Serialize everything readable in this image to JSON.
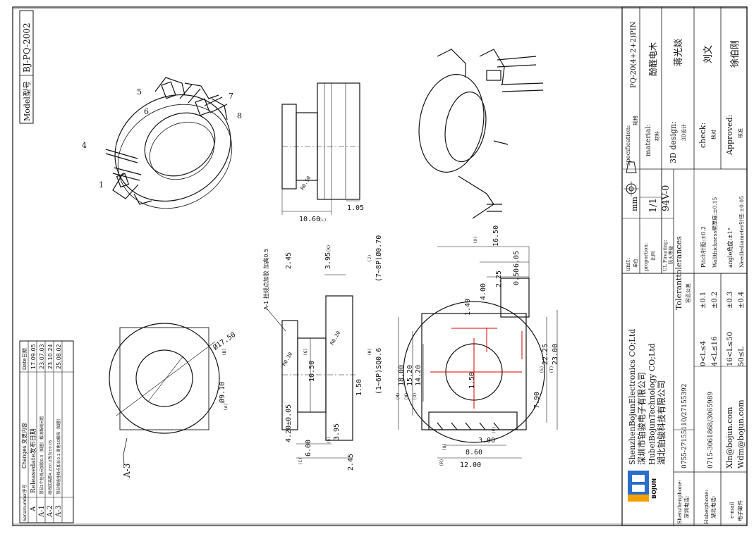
{
  "model": {
    "label": "Model型号",
    "value": "BJ-PQ-2002"
  },
  "changes": {
    "header_sn": "Serialnumber序号",
    "header_content": "Changes 变更内容",
    "header_date": "Date日期",
    "rows": [
      {
        "sn": "A",
        "content": "Releasedate发布日期",
        "date": "17.09.05"
      },
      {
        "sn": "A-1",
        "content": "顶部2个挂线点加胶0.3（如图）解决断线问题",
        "date": "23.07.03"
      },
      {
        "sn": "A-2",
        "content": "绕线区高度4.2±0.2改为±0.05",
        "date": "23.10.24"
      },
      {
        "sn": "A-3",
        "content": "顶部挡墙挂线点加长0.1 倒角10解释（如图）",
        "date": "25.08.02"
      }
    ]
  },
  "pin_labels": [
    "1",
    "4",
    "5",
    "6",
    "7",
    "8"
  ],
  "notes": {
    "a1": "A-1 挂线点加胶 加高0.5",
    "a3": "A-3"
  },
  "dims": {
    "d1": "Ø17.50",
    "d1_tag": "(B)",
    "d2": "Ø9.10",
    "d2_tag": "(A)",
    "e1": "10.60",
    "e1_tag": "(L)",
    "e2": "1.05",
    "f1": "2.45",
    "f2": "3.95",
    "f2_tag": "(K)",
    "f3": "10.50",
    "f3_tag": "(G)",
    "f4": "1.50",
    "f5": "4.20±0.05",
    "f6": "6.00",
    "f6_tag": "(C)",
    "f7": "3.95",
    "f7_tag": "(E)",
    "f8": "2.45",
    "r1": "R0.50",
    "r2": "R0.30",
    "r3": "R0.20",
    "g1": "(1~6P)SQ0.6",
    "g1_tag": "(H)",
    "g2": "(7~8P)Ø0.70",
    "g2_tag": "(J)",
    "h1": "16.50",
    "h1_tag": "(X)",
    "h2": "6.05",
    "h3": "0.50",
    "h4": "2.25",
    "h5": "4.00",
    "h6": "1.40",
    "h7": "1.50",
    "h8": "18.00",
    "h8_tag": "(M)",
    "h9": "15.20",
    "h9_tag": "(N)",
    "h10": "14.20",
    "h10_tag": "(O)",
    "h11": "22.25",
    "h11_tag": "(S)",
    "h12": "23.00",
    "h12_tag": "(T)",
    "h13": "7.90",
    "h14": "3.00",
    "h14_tag": "(P)",
    "h15": "8.60",
    "h15_tag": "(Q)",
    "h16": "12.00",
    "h16_tag": "(R)"
  },
  "title_block": {
    "company_en": "ShenzhenBojunElectronics CO;Ltd",
    "company_cn": "深圳市铂骏电子有限公司",
    "company2_en": "HubeiBojunTechnology CO;Ltd",
    "company2_cn": "湖北铂骏科技有限公司",
    "logo_text": "BOJUN",
    "sz_phone_label": "Shenzhenphone:",
    "sz_phone_label_cn": "深圳电话:",
    "sz_phone": "0755-27155110/27155392",
    "hb_phone_label": "Hubeiphone:",
    "hb_phone_label_cn": "湖北电话:",
    "hb_phone": "0715-3061868/3065989",
    "email_label": "e-mail",
    "email_label_cn": "电子邮件",
    "email1": "Xln@bojun.com",
    "email2": "Wdm@bojun.com",
    "unit_label": "unit:",
    "unit_label_cn": "单位",
    "unit": "mm",
    "proportion_label": "proportion:",
    "proportion_label_cn": "比例",
    "proportion": "1/1",
    "fire_label": "UL Fireating:",
    "fire_label_cn": "防火等级",
    "fire": "94V-0",
    "spec_label": "specification:",
    "spec_label_cn": "规格",
    "spec": "PQ-20(4+2+2)PIN",
    "material_label": "material:",
    "material_label_cn": "材料",
    "material": "酚醛电木",
    "design_label": "3D design:",
    "design_label_cn": "3D设计",
    "design": "蒋光燚",
    "check_label": "check:",
    "check_label_cn": "核对",
    "check": "刘文",
    "approved_label": "Approved:",
    "approved_label_cn": "核准",
    "approved": "徐伯刚",
    "tolerance_title": "Toleranttolerances",
    "tolerance_title_cn": "容忍公差",
    "tol_rows": [
      {
        "range": "0<L≤4",
        "value": "±0.1"
      },
      {
        "range": "4<L≤16",
        "value": "±0.2"
      },
      {
        "range": "16<L≤50",
        "value": "±0.3"
      },
      {
        "range": "50≤L",
        "value": "±0.4"
      }
    ],
    "pitch": "Pitch针距:±0.2",
    "wall": "Wallthickness壁厚度:±0.15",
    "angle": "angle角度:±1°",
    "needle": "Needlediameter针径:±0.05"
  }
}
